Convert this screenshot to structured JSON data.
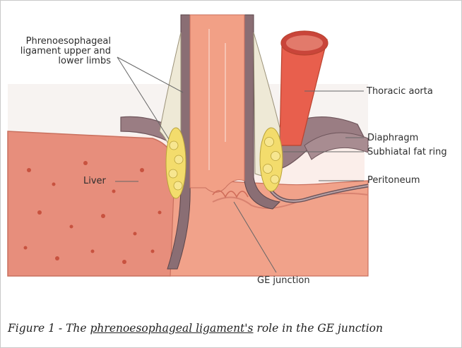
{
  "labels": {
    "phrenoesophageal": "Phrenoesophageal ligament upper and lower limbs",
    "thoracic_aorta": "Thoracic aorta",
    "diaphragm": "Diaphragm",
    "subhiatal_fat_ring": "Subhiatal fat ring",
    "liver": "Liver",
    "peritoneum": "Peritoneum",
    "ge_junction": "GE junction"
  },
  "caption": {
    "prefix": "Figure 1 - The ",
    "underlined": "phrenoesophageal ligament's",
    "suffix": " role in the GE junction"
  },
  "colors": {
    "esophagus": "#f29a7e",
    "aorta": "#e8604f",
    "fat": "#f6e27a",
    "liver": "#e98f7e",
    "diaphragm": "#9c7f86",
    "background_panel": "#f7f1ef"
  }
}
